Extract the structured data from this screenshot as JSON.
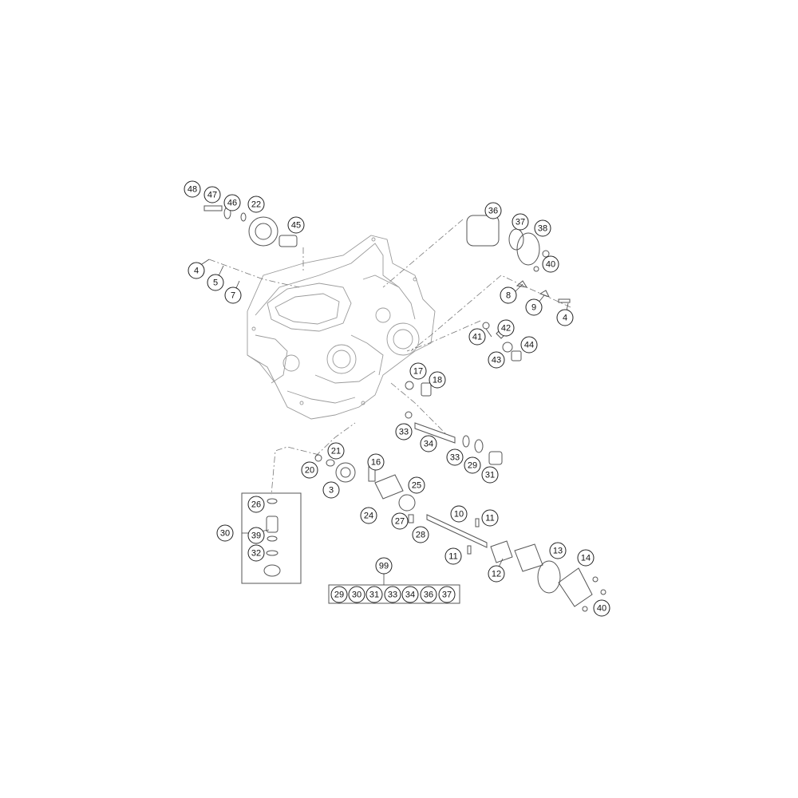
{
  "diagram": {
    "callouts": [
      {
        "id": "48",
        "label": "48"
      },
      {
        "id": "47",
        "label": "47"
      },
      {
        "id": "46",
        "label": "46"
      },
      {
        "id": "22",
        "label": "22"
      },
      {
        "id": "45",
        "label": "45"
      },
      {
        "id": "4a",
        "label": "4"
      },
      {
        "id": "5",
        "label": "5"
      },
      {
        "id": "7",
        "label": "7"
      },
      {
        "id": "36",
        "label": "36"
      },
      {
        "id": "37",
        "label": "37"
      },
      {
        "id": "38",
        "label": "38"
      },
      {
        "id": "40a",
        "label": "40"
      },
      {
        "id": "8",
        "label": "8"
      },
      {
        "id": "9",
        "label": "9"
      },
      {
        "id": "4b",
        "label": "4"
      },
      {
        "id": "41",
        "label": "41"
      },
      {
        "id": "42",
        "label": "42"
      },
      {
        "id": "43",
        "label": "43"
      },
      {
        "id": "44",
        "label": "44"
      },
      {
        "id": "17",
        "label": "17"
      },
      {
        "id": "18",
        "label": "18"
      },
      {
        "id": "33a",
        "label": "33"
      },
      {
        "id": "34",
        "label": "34"
      },
      {
        "id": "33b",
        "label": "33"
      },
      {
        "id": "29",
        "label": "29"
      },
      {
        "id": "31",
        "label": "31"
      },
      {
        "id": "21",
        "label": "21"
      },
      {
        "id": "20",
        "label": "20"
      },
      {
        "id": "16",
        "label": "16"
      },
      {
        "id": "3",
        "label": "3"
      },
      {
        "id": "25",
        "label": "25"
      },
      {
        "id": "24",
        "label": "24"
      },
      {
        "id": "27",
        "label": "27"
      },
      {
        "id": "28",
        "label": "28"
      },
      {
        "id": "10",
        "label": "10"
      },
      {
        "id": "11a",
        "label": "11"
      },
      {
        "id": "11b",
        "label": "11"
      },
      {
        "id": "26",
        "label": "26"
      },
      {
        "id": "30",
        "label": "30"
      },
      {
        "id": "39",
        "label": "39"
      },
      {
        "id": "32",
        "label": "32"
      },
      {
        "id": "13",
        "label": "13"
      },
      {
        "id": "14",
        "label": "14"
      },
      {
        "id": "12",
        "label": "12"
      },
      {
        "id": "40b",
        "label": "40"
      },
      {
        "id": "99",
        "label": "99"
      }
    ],
    "kit": {
      "label": "99",
      "items": [
        "29",
        "30",
        "31",
        "33",
        "34",
        "36",
        "37"
      ]
    }
  }
}
